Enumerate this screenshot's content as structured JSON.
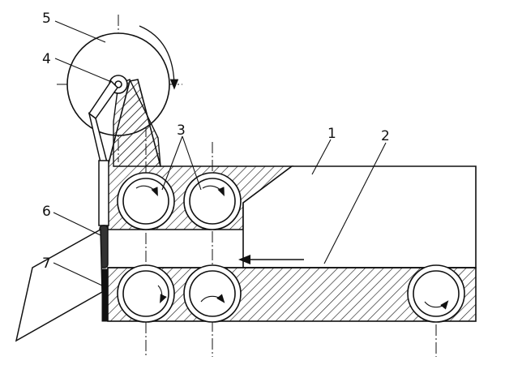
{
  "colors": {
    "ink": "#111111",
    "paper": "#ffffff",
    "hatch": "#222222"
  },
  "labels": {
    "l1": "1",
    "l2": "2",
    "l3": "3",
    "l4": "4",
    "l5": "5",
    "l6": "6",
    "l7": "7"
  }
}
